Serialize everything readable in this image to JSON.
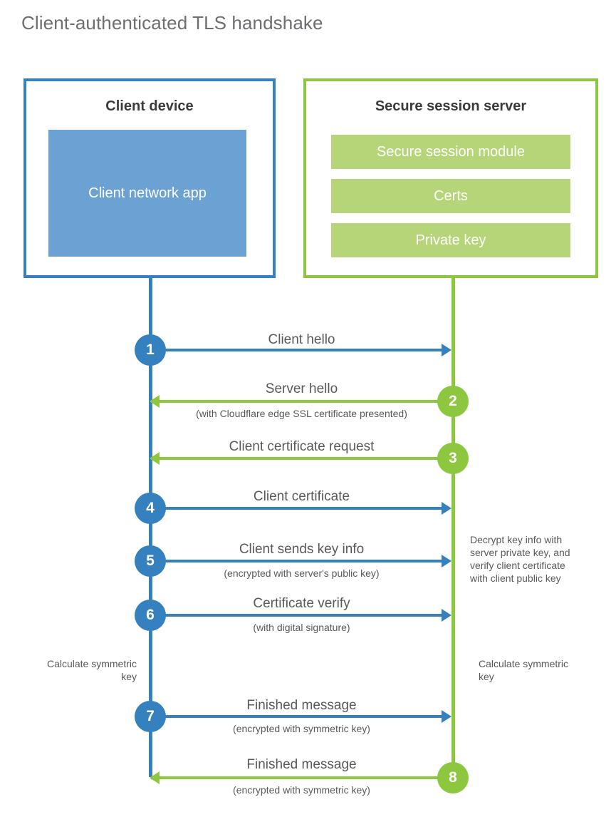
{
  "title": "Client-authenticated TLS handshake",
  "colors": {
    "client_blue": "#3580be",
    "client_app_fill": "#6ba2d3",
    "server_green": "#8dc63f",
    "server_bar_fill": "#b5d578",
    "text_gray": "#58595b",
    "heading_gray": "#3b3b3d",
    "title_gray": "#6d6e71",
    "background": "#ffffff"
  },
  "client": {
    "heading": "Client device",
    "app_label": "Client network app"
  },
  "server": {
    "heading": "Secure session server",
    "components": [
      "Secure session module",
      "Certs",
      "Private key"
    ]
  },
  "steps": [
    {
      "number": "1",
      "label": "Client hello",
      "sub": "",
      "direction": "client-to-server"
    },
    {
      "number": "2",
      "label": "Server hello",
      "sub": "(with Cloudflare edge SSL certificate presented)",
      "direction": "server-to-client"
    },
    {
      "number": "3",
      "label": "Client certificate request",
      "sub": "",
      "direction": "server-to-client"
    },
    {
      "number": "4",
      "label": "Client certificate",
      "sub": "",
      "direction": "client-to-server"
    },
    {
      "number": "5",
      "label": "Client sends key info",
      "sub": "(encrypted with server's public key)",
      "direction": "client-to-server"
    },
    {
      "number": "6",
      "label": "Certificate verify",
      "sub": "(with digital signature)",
      "direction": "client-to-server"
    },
    {
      "number": "7",
      "label": "Finished message",
      "sub": "(encrypted with symmetric key)",
      "direction": "client-to-server"
    },
    {
      "number": "8",
      "label": "Finished message",
      "sub": "(encrypted with symmetric key)",
      "direction": "server-to-client"
    }
  ],
  "annotations": {
    "server_decrypt": "Decrypt key info with server private key, and verify client certificate with client public key",
    "client_calculate": "Calculate symmetric key",
    "server_calculate": "Calculate symmetric key"
  }
}
